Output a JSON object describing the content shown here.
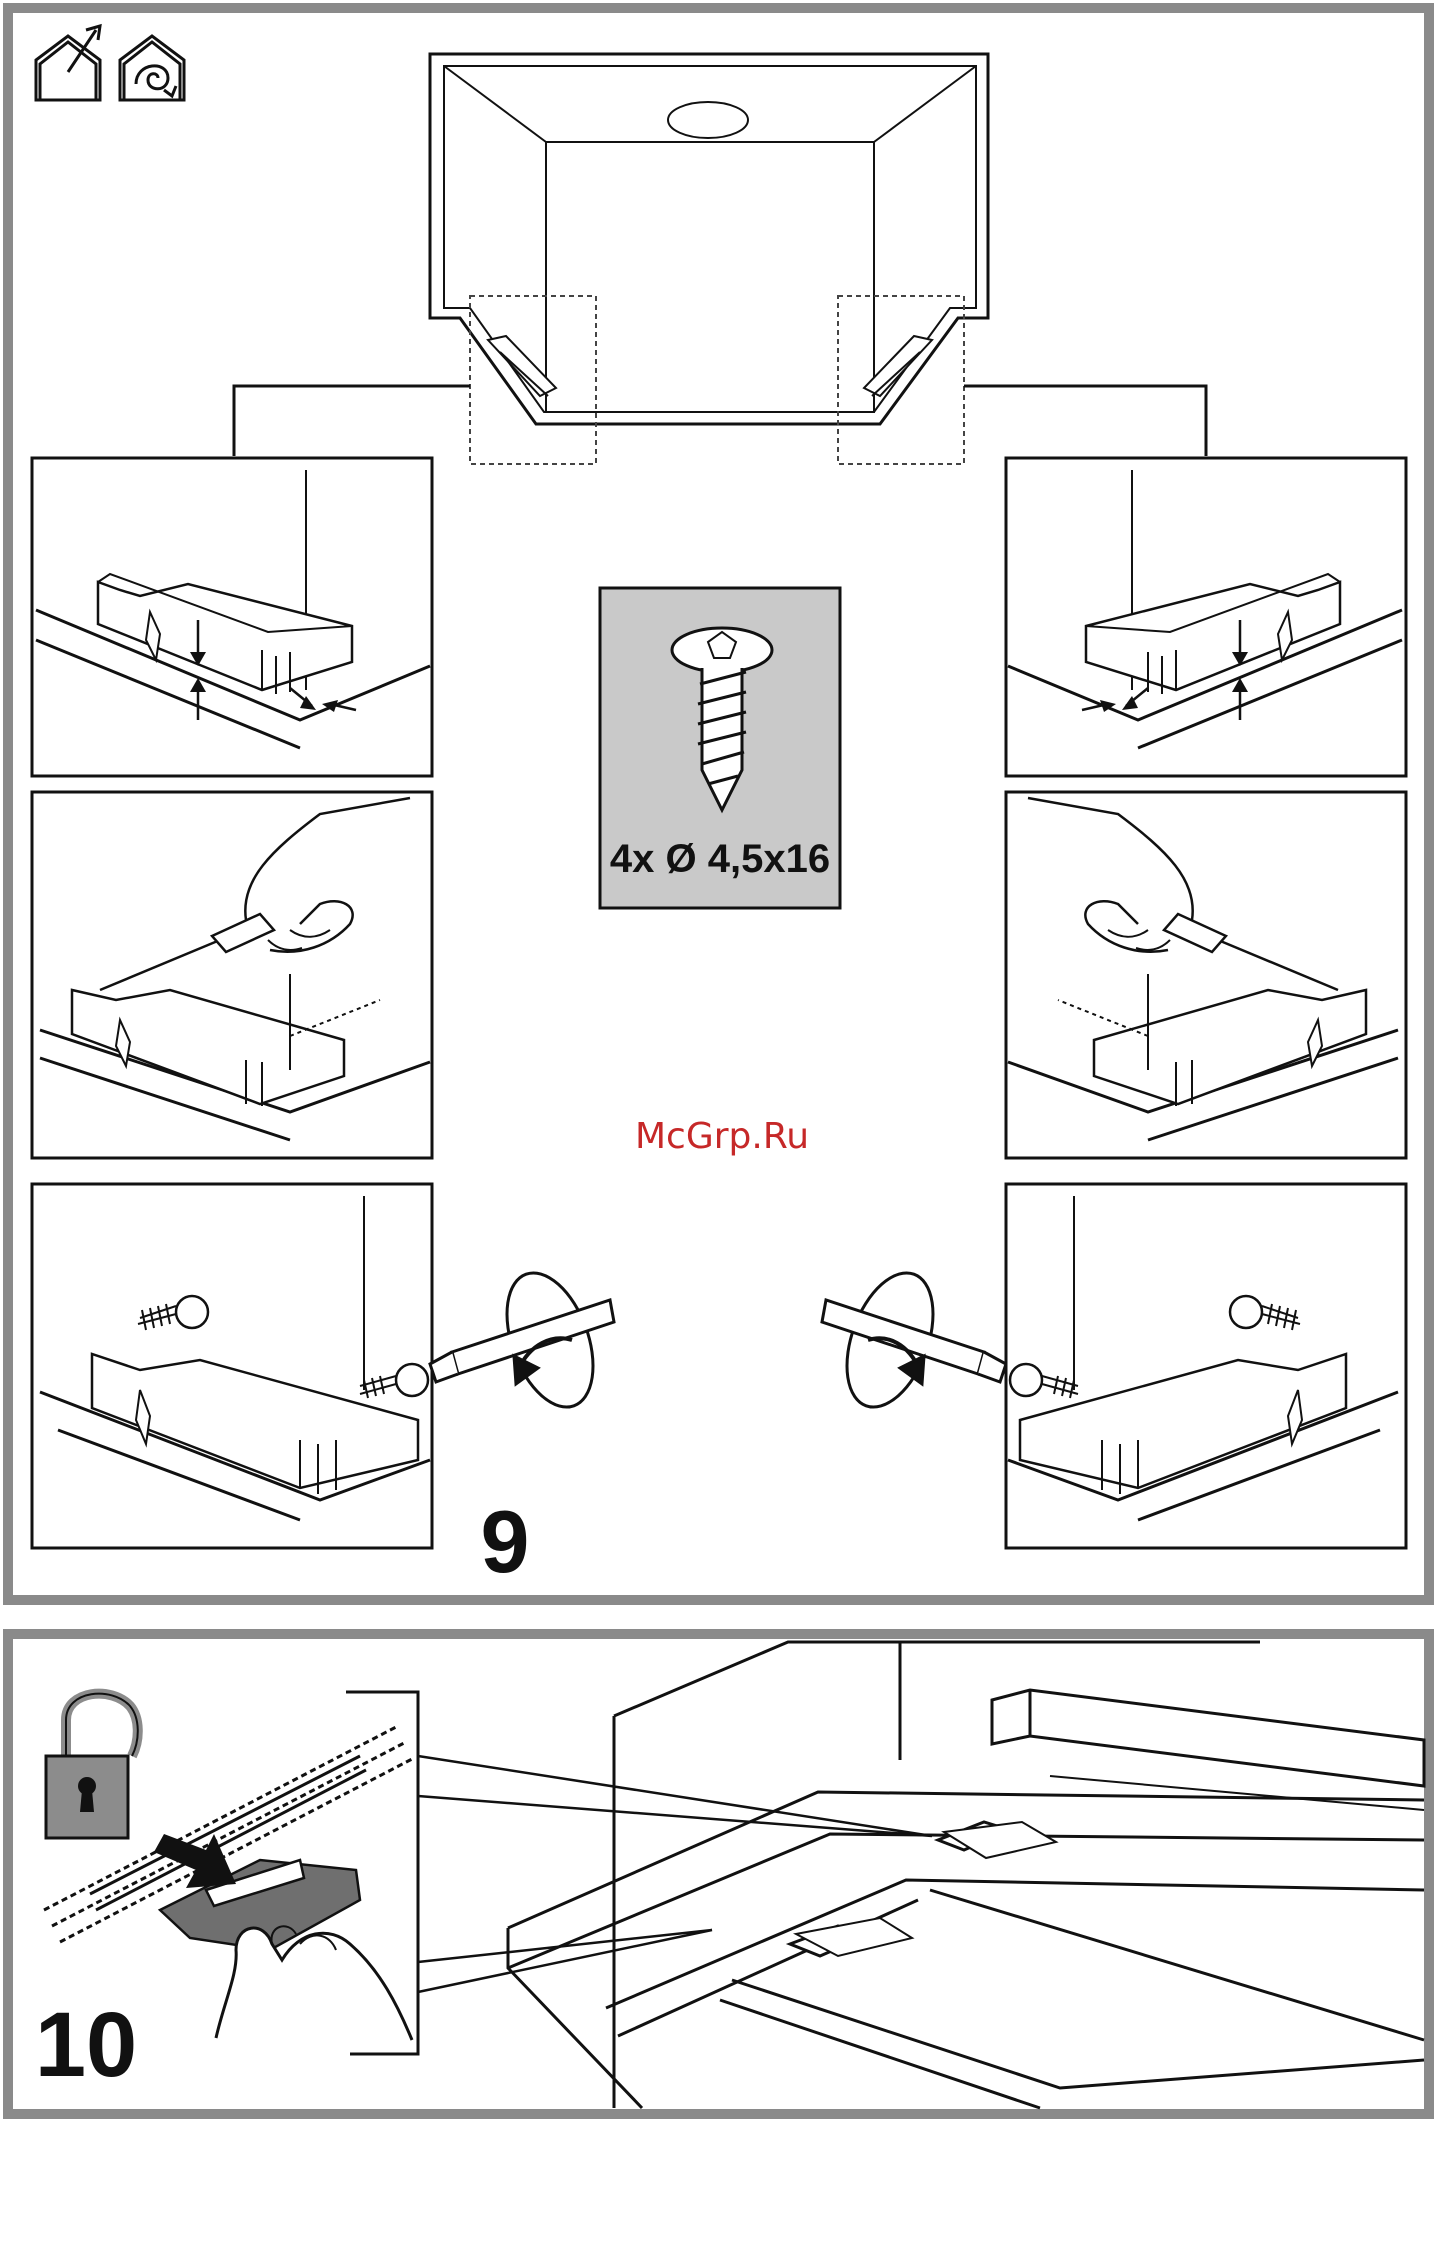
{
  "step9": {
    "number": "9",
    "screw_label": "4x Ø 4,5x16",
    "icons": [
      "ducted-outlet-icon",
      "recirculation-icon"
    ]
  },
  "step10": {
    "number": "10",
    "icons": [
      "padlock-open-icon"
    ]
  },
  "watermark": "McGrp.Ru",
  "colors": {
    "frame": "#8a8a8a",
    "line": "#111111",
    "screw_box": "#c9c9c9",
    "filter": "#6f6f6f",
    "padlock": "#8c8c8c",
    "watermark": "#c62828"
  }
}
